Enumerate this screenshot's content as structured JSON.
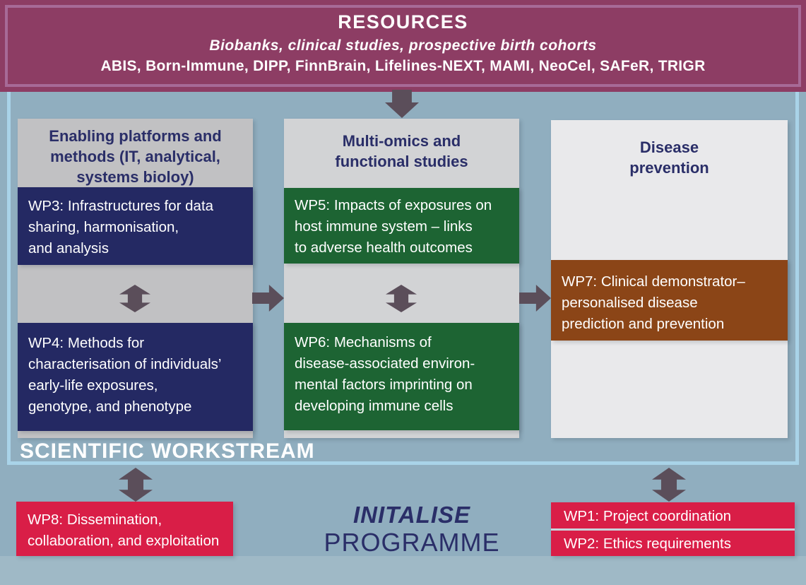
{
  "banner": {
    "title": "RESOURCES",
    "subtitle": "Biobanks, clinical studies, prospective birth cohorts",
    "cohorts": "ABIS, Born-Immune, DIPP, FinnBrain, Lifelines-NEXT, MAMI, NeoCel, SAFeR, TRIGR"
  },
  "workstream": {
    "label": "SCIENTIFIC WORKSTREAM"
  },
  "columns": [
    {
      "header": "Enabling platforms and\nmethods (IT, analytical,\nsystems bioloy)",
      "wps": [
        {
          "label": "WP3: Infrastructures for data\nsharing, harmonisation,\nand analysis"
        },
        {
          "label": "WP4: Methods for\ncharacterisation of individuals’\nearly-life exposures,\ngenotype, and phenotype"
        }
      ]
    },
    {
      "header": "Multi-omics and\nfunctional studies",
      "wps": [
        {
          "label": "WP5: Impacts of exposures on\nhost immune system – links\nto adverse health outcomes"
        },
        {
          "label": "WP6: Mechanisms of\ndisease-associated environ-\nmental factors imprinting on\ndeveloping immune cells"
        }
      ]
    },
    {
      "header": "Disease\nprevention",
      "wps": [
        {
          "label": "WP7: Clinical demonstrator–\npersonalised disease\nprediction and prevention"
        }
      ]
    }
  ],
  "management": {
    "wp8": {
      "label": "WP8: Dissemination,\ncollaboration, and exploitation"
    },
    "wp1": {
      "label": "WP1: Project coordination"
    },
    "wp2": {
      "label": "WP2: Ethics requirements"
    }
  },
  "programme": {
    "title": "INITALISE",
    "subtitle": "PROGRAMME"
  },
  "icons": {
    "down-arrow": "css-polygon-down",
    "double-vertical-arrow": "css-polygon-double-vertical",
    "right-arrow": "css-polygon-right"
  },
  "colors": {
    "background": "#90AEBF",
    "bottom_strip": "#9FB9C6",
    "banner_bg": "#8D3D64",
    "banner_border": "#A76A97",
    "frame_border": "#A9D3E8",
    "col1_bg": "#C1C1C3",
    "col2_bg": "#D2D3D5",
    "col3_bg": "#E9E9EB",
    "navy": "#242963",
    "green": "#1D6433",
    "brown": "#8B4517",
    "crimson": "#D91E47",
    "heading_text": "#2A2E68",
    "arrow": "#5B4E5A"
  }
}
